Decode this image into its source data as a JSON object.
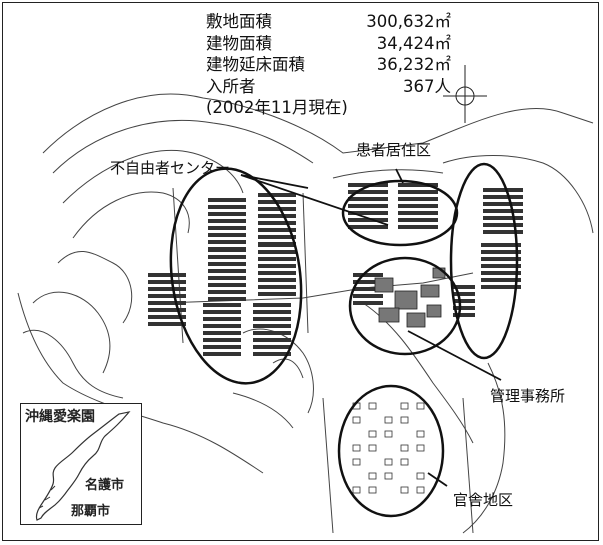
{
  "stats": {
    "rows": [
      {
        "label": "敷地面積",
        "value": "300,632㎡"
      },
      {
        "label": "建物面積",
        "value": "34,424㎡"
      },
      {
        "label": "建物延床面積",
        "value": "36,232㎡"
      },
      {
        "label": "入所者",
        "value": "367人"
      }
    ],
    "note": "(2002年11月現在)"
  },
  "labels": {
    "center": "不自由者センター",
    "residence": "患者居住区",
    "office": "管理事務所",
    "staff": "官舎地区"
  },
  "inset": {
    "title": "沖縄愛楽園",
    "city1": "名護市",
    "city2": "那覇市"
  },
  "colors": {
    "ink": "#111111",
    "building": "#333333",
    "office": "#777777",
    "background": "#ffffff"
  },
  "icons": [
    "north-compass-icon"
  ]
}
